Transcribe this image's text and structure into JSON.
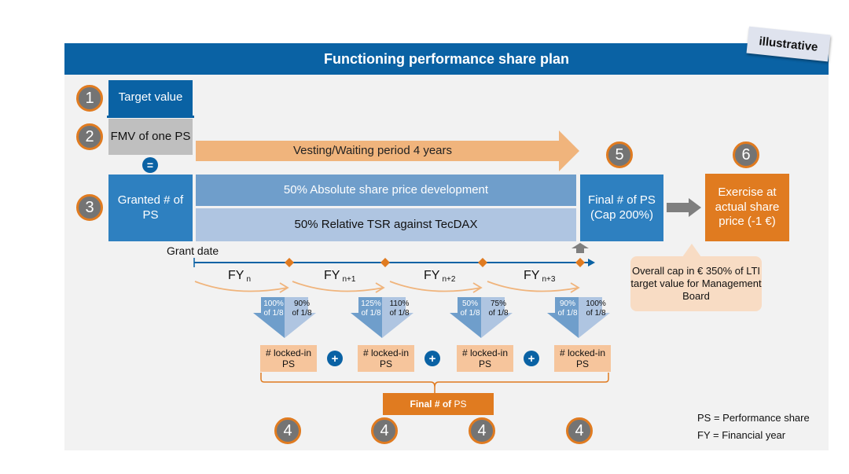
{
  "header": {
    "title": "Functioning performance share plan",
    "stamp": "illustrative"
  },
  "colors": {
    "primary_blue": "#0a62a4",
    "mid_blue": "#2e80c0",
    "light_blue": "#6f9ecb",
    "pale_blue": "#afc5e1",
    "orange": "#e07b20",
    "light_orange": "#f0b47c",
    "peach": "#f6c59c",
    "gray": "#747474",
    "panel_bg": "#f2f2f2"
  },
  "steps": {
    "s1": "1",
    "s2": "2",
    "s3": "3",
    "s4": "4",
    "s5": "5",
    "s6": "6"
  },
  "left_column": {
    "target_value": "Target value",
    "fmv": "FMV of one PS",
    "equals": "=",
    "granted": "Granted # of PS"
  },
  "vesting": {
    "label": "Vesting/Waiting period 4 years"
  },
  "performance": {
    "absolute": "50% Absolute share price development",
    "relative": "50% Relative TSR against TecDAX"
  },
  "final_ps": {
    "label": "Final # of PS (Cap 200%)"
  },
  "exercise": {
    "label": "Exercise at actual share price (-1 €)"
  },
  "callout": {
    "text": "Overall cap in € 350% of LTI target value for Management Board"
  },
  "timeline": {
    "start_label": "Grant date",
    "years": [
      {
        "base": "FY",
        "sub": "n"
      },
      {
        "base": "FY",
        "sub": "n+1"
      },
      {
        "base": "FY",
        "sub": "n+2"
      },
      {
        "base": "FY",
        "sub": "n+3"
      }
    ]
  },
  "tranches": [
    {
      "absolute": "100%",
      "relative": "90%",
      "unit": "of 1/8",
      "locked": "# locked-in PS"
    },
    {
      "absolute": "125%",
      "relative": "110%",
      "unit": "of 1/8",
      "locked": "# locked-in PS"
    },
    {
      "absolute": "50%",
      "relative": "75%",
      "unit": "of 1/8",
      "locked": "# locked-in PS"
    },
    {
      "absolute": "90%",
      "relative": "100%",
      "unit": "of 1/8",
      "locked": "# locked-in PS"
    }
  ],
  "plus_sign": "+",
  "final_bottom": {
    "bold": "Final # of",
    "rest": " PS"
  },
  "legend": {
    "ps": "PS = Performance share",
    "fy": "FY = Financial year"
  }
}
